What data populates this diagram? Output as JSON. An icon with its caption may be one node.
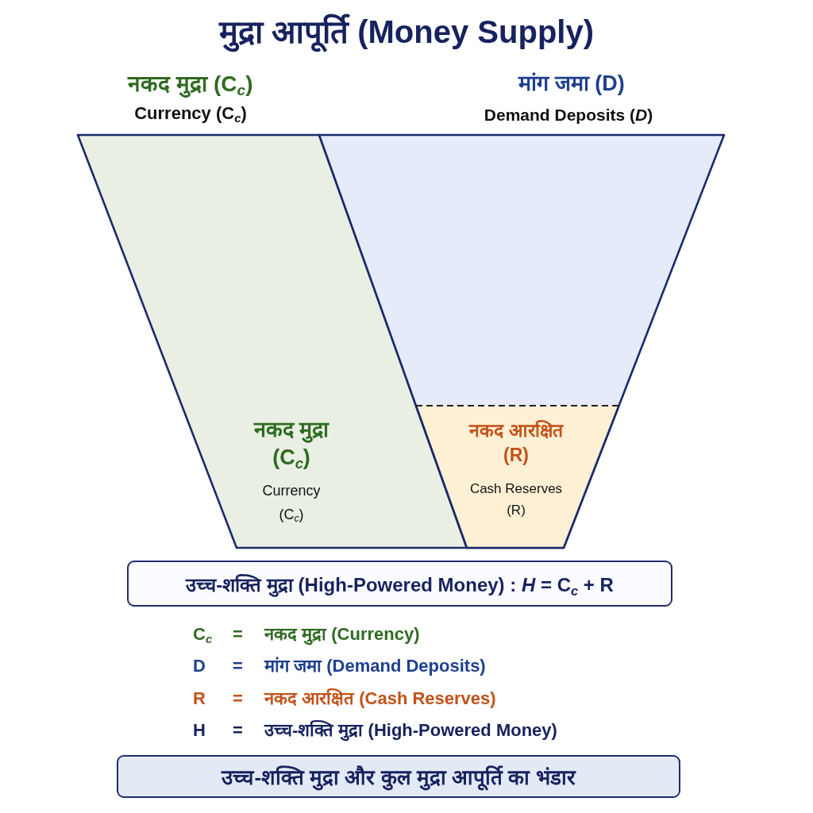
{
  "diagram": {
    "title": "मुद्रा आपूर्ति (Money Supply)",
    "nodes": [
      {
        "text": [
          "नकद मुद्रा (C$_{c}$)",
          "Currency (C$_{c}$)",
          "नकद मुद्रा (C$_{c}$)",
          "Currency (C$_{c}$)"
        ]
      },
      {
        "text": [
          "मांग जमा (D)",
          "Demand Deposits (*D*)"
        ]
      },
      {
        "text": [
          "नकद आरक्षित (R)",
          "Cash Reserves (R)"
        ],
        "in": 1
      },
      {
        "text": [
          "उच्च-शक्ति मुद्रा (High-Powered Money) : *H* = C$_{c}$ + R"
        ]
      },
      {
        "text": [
          "उच्च-शक्ति मुद्रा और कुल मुद्रा आपूर्ति का भंडार"
        ]
      }
    ],
    "labels": [
      "C$_{c}$",
      "=",
      "नकद मुद्रा (Currency)",
      "D",
      "=",
      "मांग जमा (Demand Deposits)",
      "R",
      "=",
      "नकद आरक्षित (Cash Reserves)",
      "H",
      "=",
      "उच्च-शक्ति मुद्रा (High-Powered Money)"
    ]
  }
}
